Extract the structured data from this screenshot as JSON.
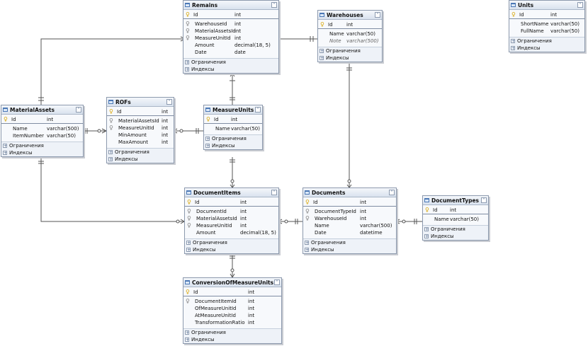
{
  "sections": {
    "constraints": "Ограничения",
    "indexes": "Индексы"
  },
  "tables": {
    "remains": {
      "title": "Remains",
      "columns": [
        {
          "name": "Id",
          "type": "int",
          "key": "pk"
        },
        {
          "name": "WarehouseId",
          "type": "int",
          "key": "fk"
        },
        {
          "name": "MaterialAssetsId",
          "type": "int",
          "key": "fk"
        },
        {
          "name": "MeasureUnitId",
          "type": "int",
          "key": "fk"
        },
        {
          "name": "Amount",
          "type": "decimal(18, 5)",
          "key": ""
        },
        {
          "name": "Date",
          "type": "date",
          "key": ""
        }
      ]
    },
    "warehouses": {
      "title": "Warehouses",
      "columns": [
        {
          "name": "Id",
          "type": "int",
          "key": "pk"
        },
        {
          "name": "Name",
          "type": "varchar(50)",
          "key": ""
        },
        {
          "name": "Note",
          "type": "varchar(500)",
          "key": "",
          "note": true
        }
      ]
    },
    "units": {
      "title": "Units",
      "columns": [
        {
          "name": "Id",
          "type": "int",
          "key": "pk"
        },
        {
          "name": "ShortName",
          "type": "varchar(50)",
          "key": ""
        },
        {
          "name": "FullName",
          "type": "varchar(50)",
          "key": ""
        }
      ]
    },
    "materialassets": {
      "title": "MaterialAssets",
      "columns": [
        {
          "name": "Id",
          "type": "int",
          "key": "pk"
        },
        {
          "name": "Name",
          "type": "varchar(500)",
          "key": ""
        },
        {
          "name": "ItemNumber",
          "type": "varchar(50)",
          "key": ""
        }
      ]
    },
    "rofs": {
      "title": "ROFs",
      "columns": [
        {
          "name": "Id",
          "type": "int",
          "key": "pk"
        },
        {
          "name": "MaterialAssetsId",
          "type": "int",
          "key": "fk"
        },
        {
          "name": "MeasureUnitId",
          "type": "int",
          "key": "fk"
        },
        {
          "name": "MinAmount",
          "type": "int",
          "key": ""
        },
        {
          "name": "MaxAmount",
          "type": "int",
          "key": ""
        }
      ]
    },
    "measureunits": {
      "title": "MeasureUnits",
      "columns": [
        {
          "name": "Id",
          "type": "int",
          "key": "pk"
        },
        {
          "name": "Name",
          "type": "varchar(50)",
          "key": ""
        }
      ]
    },
    "documentitems": {
      "title": "DocumentItems",
      "columns": [
        {
          "name": "Id",
          "type": "int",
          "key": "pk"
        },
        {
          "name": "DocumentId",
          "type": "int",
          "key": "fk"
        },
        {
          "name": "MaterialAssetsId",
          "type": "int",
          "key": "fk"
        },
        {
          "name": "MeasureUnitId",
          "type": "int",
          "key": "fk"
        },
        {
          "name": "Amount",
          "type": "decimal(18, 5)",
          "key": ""
        }
      ]
    },
    "documents": {
      "title": "Documents",
      "columns": [
        {
          "name": "Id",
          "type": "int",
          "key": "pk"
        },
        {
          "name": "DocumentTypeId",
          "type": "int",
          "key": "fk"
        },
        {
          "name": "WarehouseId",
          "type": "int",
          "key": "fk"
        },
        {
          "name": "Name",
          "type": "varchar(500)",
          "key": ""
        },
        {
          "name": "Date",
          "type": "datetime",
          "key": ""
        }
      ]
    },
    "documenttypes": {
      "title": "DocumentTypes",
      "columns": [
        {
          "name": "Id",
          "type": "int",
          "key": "pk"
        },
        {
          "name": "Name",
          "type": "varchar(50)",
          "key": ""
        }
      ]
    },
    "conversion": {
      "title": "ConversionOfMeasureUnits",
      "columns": [
        {
          "name": "Id",
          "type": "int",
          "key": "pk"
        },
        {
          "name": "DocumentItemId",
          "type": "int",
          "key": "fk"
        },
        {
          "name": "OfMeasureUnitId",
          "type": "int",
          "key": ""
        },
        {
          "name": "AtMeasureUnitId",
          "type": "int",
          "key": ""
        },
        {
          "name": "TransformationRatio",
          "type": "int",
          "key": ""
        }
      ]
    }
  },
  "colors": {
    "line": "#555555",
    "border": "#8c99ad",
    "header": "#d9e2ee",
    "pk_icon": "#d8a400",
    "fk_icon": "#808080"
  }
}
